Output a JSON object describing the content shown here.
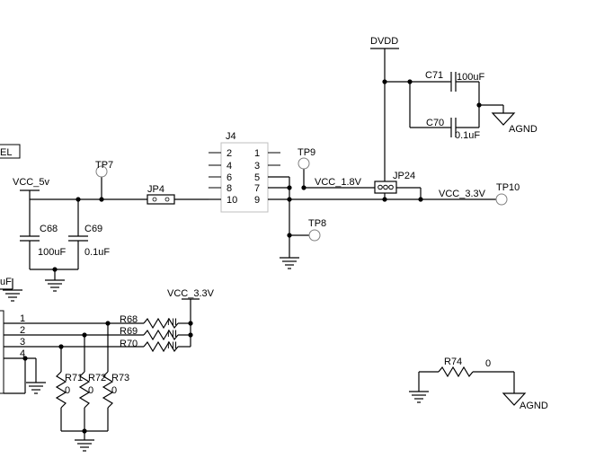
{
  "nets": {
    "dvdd": "DVDD",
    "vcc_5v": "VCC_5v",
    "vcc_1v8": "VCC_1.8V",
    "vcc_3v3_right": "VCC_3.3V",
    "vcc_3v3_bottom": "VCC_3.3V",
    "agnd_top": "AGND",
    "agnd_bottom": "AGND"
  },
  "partial_labels": {
    "left_box": "EL",
    "uf_fragment": "uF"
  },
  "test_points": {
    "tp7": "TP7",
    "tp8": "TP8",
    "tp9": "TP9",
    "tp10": "TP10"
  },
  "jumpers": {
    "jp4": "JP4",
    "jp24": "JP24"
  },
  "connector_j4": {
    "ref": "J4",
    "left_pins": [
      "2",
      "4",
      "6",
      "8",
      "10"
    ],
    "right_pins": [
      "1",
      "3",
      "5",
      "7",
      "9"
    ]
  },
  "capacitors": {
    "c68": {
      "ref": "C68",
      "value": "100uF"
    },
    "c69": {
      "ref": "C69",
      "value": "0.1uF"
    },
    "c70": {
      "ref": "C70",
      "value": "0.1uF"
    },
    "c71": {
      "ref": "C71",
      "value": "100uF"
    }
  },
  "resistors": {
    "r68": {
      "ref": "R68",
      "value": "NI"
    },
    "r69": {
      "ref": "R69",
      "value": "NI"
    },
    "r70": {
      "ref": "R70",
      "value": "NI"
    },
    "r71": {
      "ref": "R71",
      "value": "0"
    },
    "r72": {
      "ref": "R72",
      "value": "0"
    },
    "r73": {
      "ref": "R73",
      "value": "0"
    },
    "r74": {
      "ref": "R74",
      "value": "0"
    }
  },
  "header_pins": [
    "1",
    "2",
    "3",
    "4"
  ]
}
